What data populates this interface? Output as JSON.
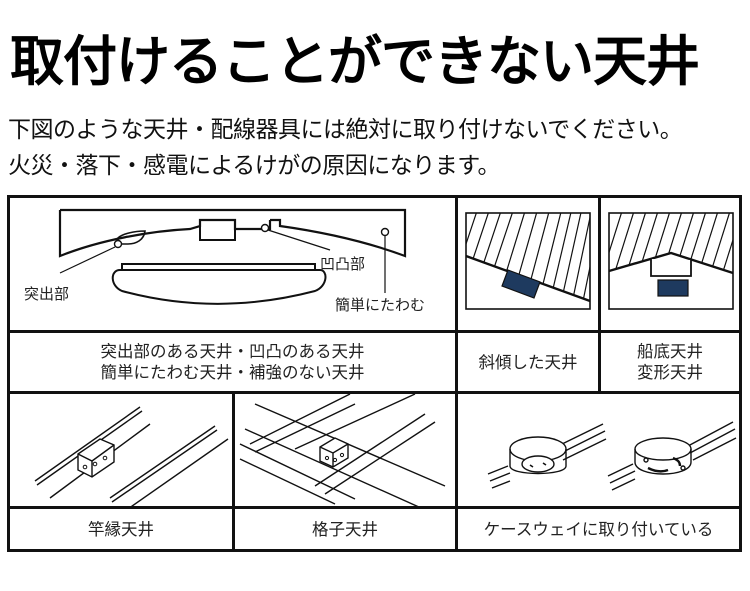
{
  "heading": {
    "title": "取付けることができない天井",
    "line1": "下図のような天井・配線器具には絶対に取り付けないでください。",
    "line2": "火災・落下・感電によるけがの原因になります。"
  },
  "panels": [
    {
      "id": "uneven",
      "caption_line1": "突出部のある天井・凹凸のある天井",
      "caption_line2": "簡単にたわむ天井・補強のない天井",
      "labels": {
        "protrusion": "突出部",
        "unevenness": "凹凸部",
        "flexible": "簡単にたわむ"
      }
    },
    {
      "id": "sloped",
      "caption": "斜傾した天井"
    },
    {
      "id": "boat-bottom",
      "caption_line1": "船底天井",
      "caption_line2": "変形天井"
    },
    {
      "id": "sao-buchi",
      "caption": "竿縁天井"
    },
    {
      "id": "lattice",
      "caption": "格子天井"
    },
    {
      "id": "caseway",
      "caption": "ケースウェイに取り付いている"
    }
  ],
  "colors": {
    "border": "#111111",
    "fixture_fill": "#1e3a5f",
    "text": "#1a1a1a"
  }
}
